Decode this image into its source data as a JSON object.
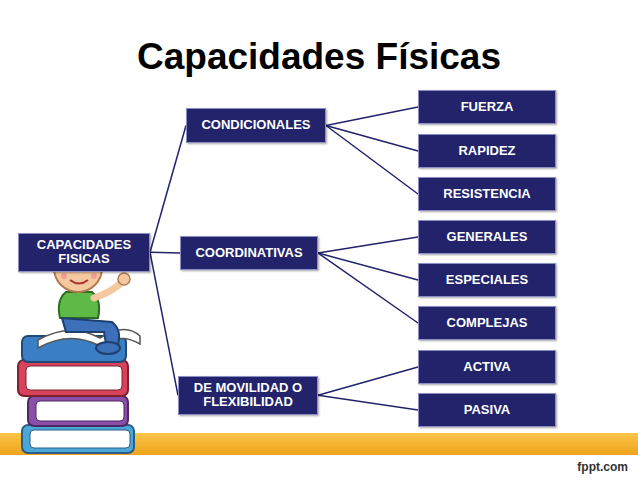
{
  "diagram": {
    "title": "Capacidades Físicas",
    "nodes": [
      {
        "text": [
          "CAPACIDADES FISICAS"
        ]
      },
      {
        "text": [
          "CONDICIONALES"
        ]
      },
      {
        "text": [
          "FUERZA"
        ]
      },
      {
        "text": [
          "RAPIDEZ"
        ]
      },
      {
        "text": [
          "RESISTENCIA"
        ]
      },
      {
        "text": [
          "COORDINATIVAS"
        ]
      },
      {
        "text": [
          "GENERALES"
        ]
      },
      {
        "text": [
          "ESPECIALES"
        ]
      },
      {
        "text": [
          "COMPLEJAS"
        ]
      },
      {
        "text": [
          "DE MOVILIDAD O FLEXIBILIDAD"
        ]
      },
      {
        "text": [
          "ACTIVA"
        ]
      },
      {
        "text": [
          "PASIVA"
        ]
      }
    ],
    "edges": [
      {
        "from": 0,
        "to": 1,
        "arrow": "none"
      },
      {
        "from": 0,
        "to": 5,
        "arrow": "none"
      },
      {
        "from": 0,
        "to": 9,
        "arrow": "none"
      },
      {
        "from": 1,
        "to": 2,
        "arrow": "none"
      },
      {
        "from": 1,
        "to": 3,
        "arrow": "none"
      },
      {
        "from": 1,
        "to": 4,
        "arrow": "none"
      },
      {
        "from": 5,
        "to": 6,
        "arrow": "none"
      },
      {
        "from": 5,
        "to": 7,
        "arrow": "none"
      },
      {
        "from": 5,
        "to": 8,
        "arrow": "none"
      },
      {
        "from": 9,
        "to": 10,
        "arrow": "none"
      },
      {
        "from": 9,
        "to": 11,
        "arrow": "none"
      }
    ],
    "labels": [
      "fppt.com"
    ]
  }
}
